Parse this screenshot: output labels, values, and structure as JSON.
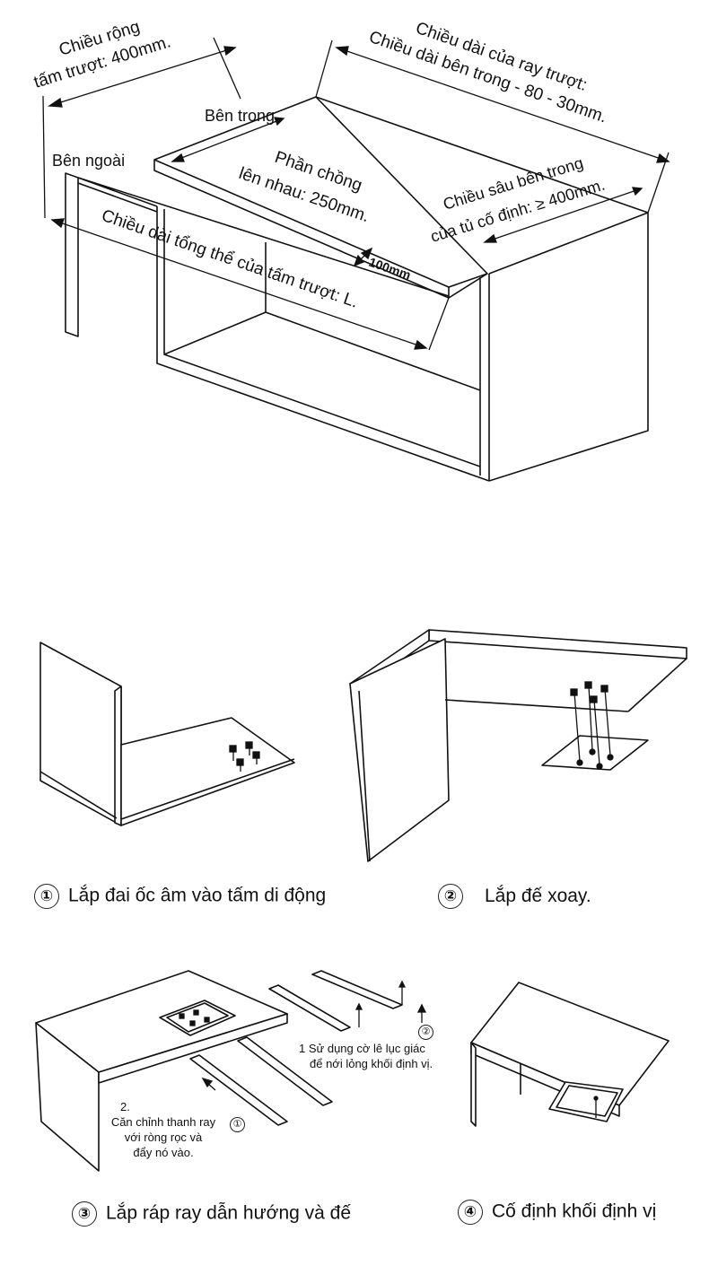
{
  "top_diagram": {
    "slide_width": [
      "Chiều rộng",
      "tấm trượt: 400mm."
    ],
    "rail_length": [
      "Chiều dài của ray trượt:",
      "Chiều dài bên trong - 80 - 30mm."
    ],
    "inside": "Bên trong",
    "outside": "Bên ngoài",
    "overlap": [
      "Phần chồng",
      "lên nhau: 250mm."
    ],
    "depth": [
      "Chiều sâu bên trong",
      "của tủ cố định: ≥ 400mm."
    ],
    "gap": "100mm",
    "total_length": "Chiều dài tổng thể của tấm trượt: L."
  },
  "steps": [
    {
      "number": "①",
      "label": "Lắp đai ốc âm vào tấm di động"
    },
    {
      "number": "②",
      "label": "Lắp đế xoay."
    },
    {
      "number": "③",
      "label": "Lắp ráp ray dẫn hướng và đế"
    },
    {
      "number": "④",
      "label": "Cố định khối định vị"
    }
  ],
  "step3_notes": {
    "note1_number": "1",
    "note1": [
      "Sử dụng cờ lê lục giác",
      "để nới lỏng khối định vị."
    ],
    "note1_marker": "②",
    "note2_number": "2.",
    "note2": [
      "Căn chỉnh thanh ray",
      "với ròng rọc và",
      "đẩy nó vào."
    ],
    "note2_marker": "①"
  }
}
